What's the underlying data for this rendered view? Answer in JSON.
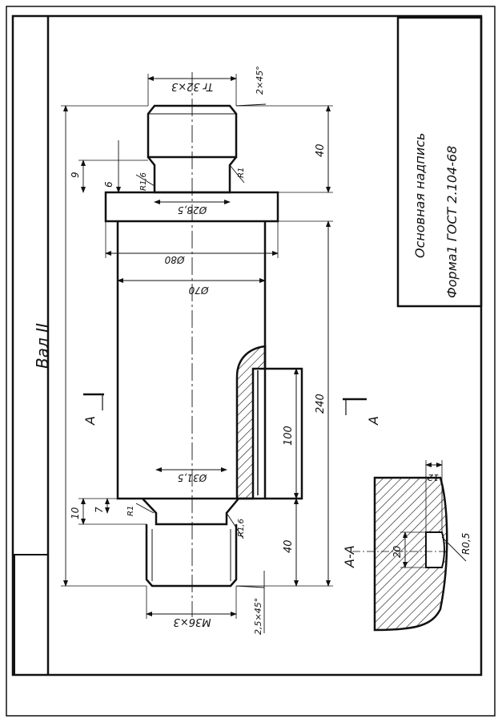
{
  "title_block": {
    "line1": "Основная надпись",
    "line2": "Форма1  ГОСТ 2.104-68"
  },
  "part_title": "Вал II",
  "section": {
    "cut_letter_left": "A",
    "cut_letter_right": "A",
    "label": "A-A",
    "depth_label": "20",
    "width_label": "12",
    "radius_label": "R0,5"
  },
  "dimensions": {
    "thread_top": "Tr 32×3",
    "chamfer_top": "2×45°",
    "len_top_thread": "40",
    "dim_9": "9",
    "dim_6": "6",
    "r_top_neck": "R1,6",
    "r_top_right": "R1",
    "dia_neck_top": "Ø28,5",
    "dia_collar": "Ø80",
    "dia_body": "Ø70",
    "total_len": "240",
    "keyway_len": "100",
    "dia_neck_bottom": "Ø31,5",
    "dim_10": "10",
    "dim_7": "7",
    "r_bottom_left": "R1",
    "r_bottom_right": "R1,6",
    "len_bottom_thread": "40",
    "chamfer_bottom": "2,5×45°",
    "thread_bottom": "M36×3"
  }
}
